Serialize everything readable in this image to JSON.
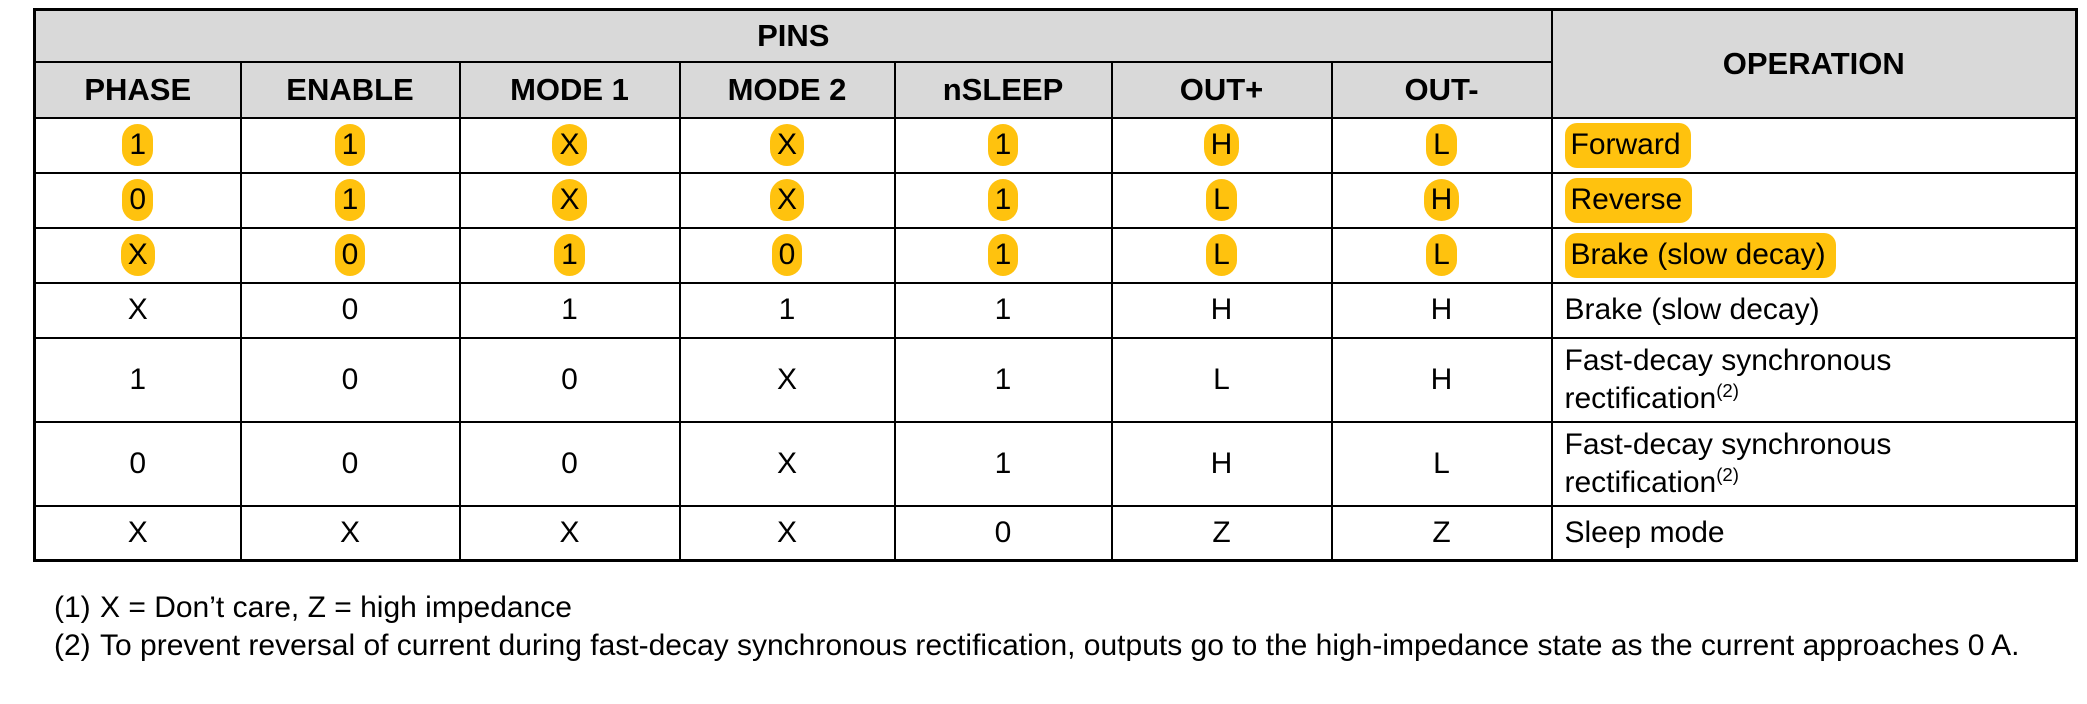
{
  "table": {
    "pins_group_label": "PINS",
    "operation_label": "OPERATION",
    "columns": [
      "PHASE",
      "ENABLE",
      "MODE 1",
      "MODE 2",
      "nSLEEP",
      "OUT+",
      "OUT-"
    ],
    "header_bg": "#d9d9d9",
    "highlight_color": "#FFC20E",
    "rows": [
      {
        "cells": [
          "1",
          "1",
          "X",
          "X",
          "1",
          "H",
          "L"
        ],
        "operation_lines": [
          "Forward"
        ],
        "operation_sup": "",
        "highlighted": true
      },
      {
        "cells": [
          "0",
          "1",
          "X",
          "X",
          "1",
          "L",
          "H"
        ],
        "operation_lines": [
          "Reverse"
        ],
        "operation_sup": "",
        "highlighted": true
      },
      {
        "cells": [
          "X",
          "0",
          "1",
          "0",
          "1",
          "L",
          "L"
        ],
        "operation_lines": [
          "Brake (slow decay)"
        ],
        "operation_sup": "",
        "highlighted": true
      },
      {
        "cells": [
          "X",
          "0",
          "1",
          "1",
          "1",
          "H",
          "H"
        ],
        "operation_lines": [
          "Brake (slow decay)"
        ],
        "operation_sup": "",
        "highlighted": false
      },
      {
        "cells": [
          "1",
          "0",
          "0",
          "X",
          "1",
          "L",
          "H"
        ],
        "operation_lines": [
          "Fast-decay synchronous",
          "rectification"
        ],
        "operation_sup": "(2)",
        "highlighted": false
      },
      {
        "cells": [
          "0",
          "0",
          "0",
          "X",
          "1",
          "H",
          "L"
        ],
        "operation_lines": [
          "Fast-decay synchronous",
          "rectification"
        ],
        "operation_sup": "(2)",
        "highlighted": false
      },
      {
        "cells": [
          "X",
          "X",
          "X",
          "X",
          "0",
          "Z",
          "Z"
        ],
        "operation_lines": [
          "Sleep mode"
        ],
        "operation_sup": "",
        "highlighted": false
      }
    ]
  },
  "footnotes": [
    {
      "num": "(1)",
      "text": "X = Don’t care, Z = high impedance"
    },
    {
      "num": "(2)",
      "text": "To prevent reversal of current during fast-decay synchronous rectification, outputs go to the high-impedance state as the current approaches 0 A."
    }
  ]
}
